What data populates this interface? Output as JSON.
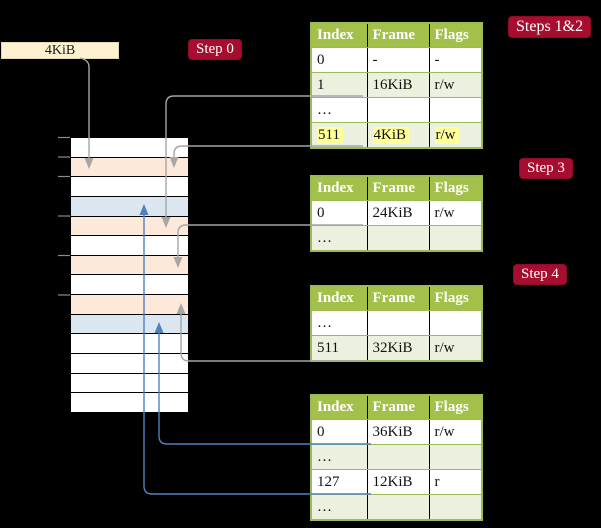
{
  "page_size_box": {
    "label": "4KiB"
  },
  "badges": {
    "step0": "Step 0",
    "steps12": "Steps 1&2",
    "step3": "Step 3",
    "step4": "Step 4"
  },
  "memory_rows": [
    "white",
    "peach",
    "white",
    "blue",
    "peach",
    "white",
    "peach",
    "white",
    "peach",
    "blue",
    "white",
    "white",
    "white",
    "white"
  ],
  "page_tables": [
    {
      "name": "page-table-steps-1-2",
      "headers": [
        "Index",
        "Frame",
        "Flags"
      ],
      "rows": [
        {
          "cells": [
            "0",
            "-",
            "-"
          ],
          "shaded": false,
          "highlighted": false
        },
        {
          "cells": [
            "1",
            "16KiB",
            "r/w"
          ],
          "shaded": true,
          "highlighted": false
        },
        {
          "cells": [
            "…",
            "",
            ""
          ],
          "shaded": false,
          "highlighted": false
        },
        {
          "cells": [
            "511",
            "4KiB",
            "r/w"
          ],
          "shaded": true,
          "highlighted": true
        }
      ]
    },
    {
      "name": "page-table-step-3",
      "headers": [
        "Index",
        "Frame",
        "Flags"
      ],
      "rows": [
        {
          "cells": [
            "0",
            "24KiB",
            "r/w"
          ],
          "shaded": false,
          "highlighted": false
        },
        {
          "cells": [
            "…",
            "",
            ""
          ],
          "shaded": true,
          "highlighted": false
        }
      ]
    },
    {
      "name": "page-table-step-4",
      "headers": [
        "Index",
        "Frame",
        "Flags"
      ],
      "rows": [
        {
          "cells": [
            "…",
            "",
            ""
          ],
          "shaded": false,
          "highlighted": false
        },
        {
          "cells": [
            "511",
            "32KiB",
            "r/w"
          ],
          "shaded": true,
          "highlighted": false
        }
      ]
    },
    {
      "name": "page-table-final",
      "headers": [
        "Index",
        "Frame",
        "Flags"
      ],
      "rows": [
        {
          "cells": [
            "0",
            "36KiB",
            "r/w"
          ],
          "shaded": false,
          "highlighted": false
        },
        {
          "cells": [
            "…",
            "",
            ""
          ],
          "shaded": true,
          "highlighted": false
        },
        {
          "cells": [
            "127",
            "12KiB",
            "r"
          ],
          "shaded": false,
          "highlighted": false
        },
        {
          "cells": [
            "…",
            "",
            ""
          ],
          "shaded": true,
          "highlighted": false
        }
      ]
    }
  ],
  "colors": {
    "badge_red": "#a60d2e",
    "table_header_green": "#a3c14a",
    "table_border_green": "#9bbb59",
    "table_row_green": "#ebf1de",
    "memory_peach": "#fde9d9",
    "memory_blue": "#dce6f1",
    "highlight_yellow": "#ffff99",
    "arrow_gray": "#a6a6a6",
    "arrow_blue": "#4f81bd",
    "box_cream": "#fcf1d0"
  }
}
